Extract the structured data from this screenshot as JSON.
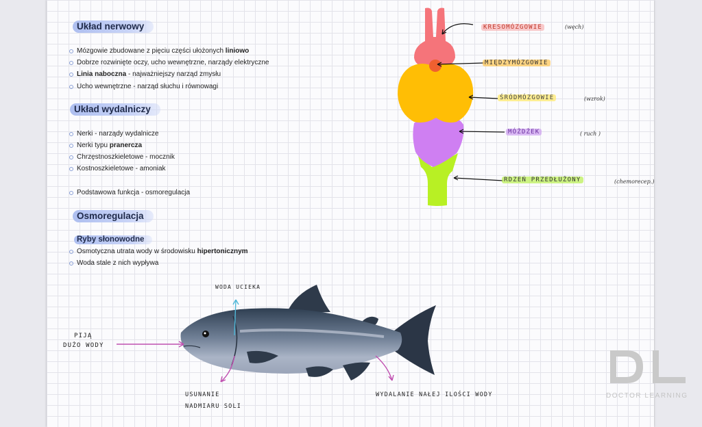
{
  "sections": {
    "nervous": {
      "title": "Układ nerwowy",
      "items": [
        {
          "pre": "Mózgowie zbudowane z pięciu części ułożonych ",
          "bold": "liniowo",
          "post": ""
        },
        {
          "pre": "Dobrze rozwinięte oczy, ucho wewnętrzne, narządy elektryczne",
          "bold": "",
          "post": ""
        },
        {
          "pre": "",
          "bold": "Linia naboczna",
          "post": " - najważniejszy narząd zmysłu"
        },
        {
          "pre": "Ucho wewnętrzne - narząd słuchu i równowagi",
          "bold": "",
          "post": ""
        }
      ]
    },
    "excretory": {
      "title": "Układ wydalniczy",
      "items": [
        {
          "pre": "Nerki - narządy wydalnicze",
          "bold": "",
          "post": ""
        },
        {
          "pre": "Nerki typu ",
          "bold": "pranercza",
          "post": ""
        },
        {
          "pre": "Chrzęstnoszkieletowe - mocznik",
          "bold": "",
          "post": ""
        },
        {
          "pre": "Kostnoszkieletowe - amoniak",
          "bold": "",
          "post": ""
        },
        {
          "pre": "Podstawowa funkcja - osmoregulacja",
          "bold": "",
          "post": ""
        }
      ]
    },
    "osmo": {
      "title": "Osmoregulacja",
      "subtitle": "Ryby słonowodne",
      "items": [
        {
          "pre": "Osmotyczna utrata wody w środowisku ",
          "bold": "hipertonicznym",
          "post": ""
        },
        {
          "pre": "Woda stale z nich wypływa",
          "bold": "",
          "post": ""
        }
      ]
    }
  },
  "brain": {
    "labels": {
      "forebrain": "KRESOMÓZGOWIE",
      "diencephalon": "MIĘDZYMÓZGOWIE",
      "midbrain": "ŚRÓDMÓZGOWIE",
      "cerebellum": "MÓŻDŻEK",
      "medulla": "RDZEŃ PRZEDŁUŻONY"
    },
    "notes": {
      "forebrain": "(węch)",
      "midbrain": "(wzrok)",
      "cerebellum": "( ruch )",
      "medulla": "(chemorecep.)"
    },
    "colors": {
      "forebrain": "#f5747a",
      "diencephalon": "#f06030",
      "midbrain": "#ffbe05",
      "cerebellum": "#cf7ff2",
      "medulla": "#b8f024"
    }
  },
  "fish": {
    "labels": {
      "water_escapes": "WODA UCIEKA",
      "drink_1": "PIJĄ",
      "drink_2": "DUŻO WODY",
      "removal_1": "USUNANIE",
      "removal_2": "NADMIARU SOLI",
      "excretion": "WYDALANIE NAŁEJ ILOŚCI WODY"
    },
    "arrow_colors": {
      "water": "#4fb8d8",
      "drink": "#c04fb0",
      "salt": "#c04fb0"
    }
  },
  "watermark": {
    "letters": "DL",
    "text": "DOCTOR LEARNING"
  }
}
